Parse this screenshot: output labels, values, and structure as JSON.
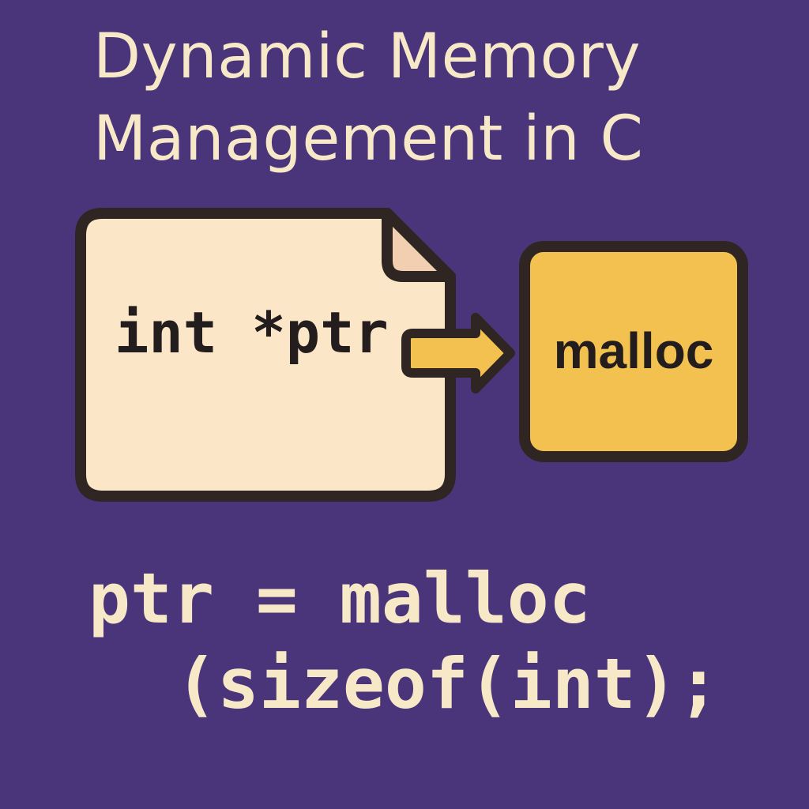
{
  "title": {
    "line1": "Dynamic Memory",
    "line2": "Management in C"
  },
  "diagram": {
    "source_label": "int *ptr",
    "target_label": "malloc"
  },
  "code": {
    "line1": "ptr = malloc",
    "line2": "(sizeof(int);"
  },
  "colors": {
    "background": "#4b357a",
    "text": "#f7e8c8",
    "file_fill": "#fbe6c8",
    "file_fold": "#f2cfb0",
    "outline": "#2f2623",
    "malloc_fill": "#f3c14f",
    "arrow_fill": "#f3c14f"
  }
}
